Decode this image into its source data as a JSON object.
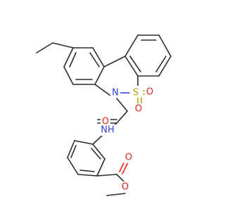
{
  "molecule": {
    "atoms": {
      "sulfur": "S",
      "nitrogen": "N",
      "amide_nh": "NH",
      "oxygen": "O"
    },
    "colors": {
      "carbon_bond": "#2b2b2b",
      "nitrogen": "#2f3fd6",
      "oxygen": "#e8231b",
      "sulfur": "#b8a10a",
      "background": "#ffffff"
    }
  }
}
